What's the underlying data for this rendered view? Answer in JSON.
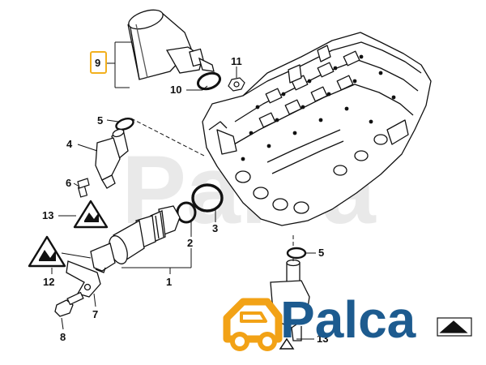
{
  "diagram": {
    "callouts": {
      "c9": "9",
      "c10": "10",
      "c11": "11",
      "c5_top": "5",
      "c4": "4",
      "c6": "6",
      "c13_left": "13",
      "c3": "3",
      "c2": "2",
      "c1": "1",
      "c12": "12",
      "c7": "7",
      "c8": "8",
      "c5_bottom": "5",
      "c13_bottom": "13"
    },
    "highlight_color": "#f2b01e",
    "line_color": "#111111"
  },
  "logo": {
    "brand": "Palca",
    "brand_color": "#1d5b8f",
    "truck_color": "#f2a216",
    "icon": "truck-icon"
  },
  "watermark": {
    "text": "Palca"
  }
}
